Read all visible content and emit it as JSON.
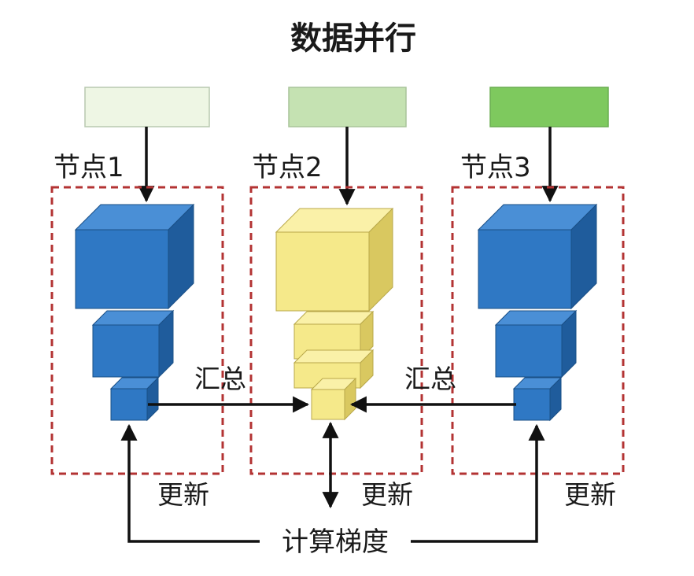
{
  "title": "数据并行",
  "nodes": [
    {
      "label": "节点1",
      "input_color": "#eef6e4",
      "model_color": "blue"
    },
    {
      "label": "节点2",
      "input_color": "#c5e2b2",
      "model_color": "yellow"
    },
    {
      "label": "节点3",
      "input_color": "#7ec95e",
      "model_color": "blue"
    }
  ],
  "aggregate_labels": [
    "汇总",
    "汇总"
  ],
  "update_labels": [
    "更新",
    "更新",
    "更新"
  ],
  "compute_gradient_label": "计算梯度",
  "colors": {
    "frame": "#b33333",
    "blue_front": "#2f78c4",
    "blue_top": "#4a8fd6",
    "blue_side": "#1f5c9c",
    "yellow_front": "#f5e98a",
    "yellow_top": "#faf1a8",
    "yellow_side": "#d9c860",
    "arrow": "#111111"
  }
}
